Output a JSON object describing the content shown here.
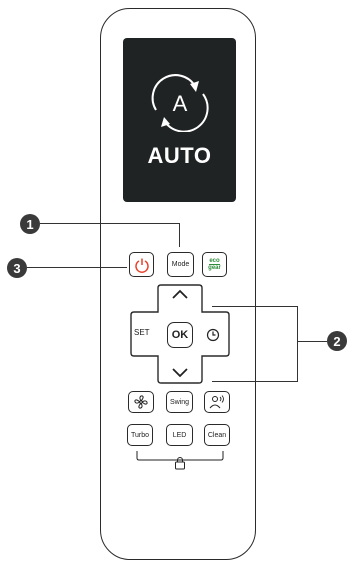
{
  "display": {
    "mode_text": "AUTO",
    "mode_icon": "auto-mode-icon"
  },
  "buttons": {
    "mode": "Mode",
    "eco_line1": "eco",
    "eco_line2": "gear",
    "set": "SET",
    "ok": "OK",
    "swing": "Swing",
    "turbo": "Turbo",
    "led": "LED",
    "clean": "Clean"
  },
  "callouts": [
    "1",
    "2",
    "3"
  ],
  "colors": {
    "power": "#e8412b",
    "eco": "#2e8b3a",
    "screen": "#1f2323"
  }
}
